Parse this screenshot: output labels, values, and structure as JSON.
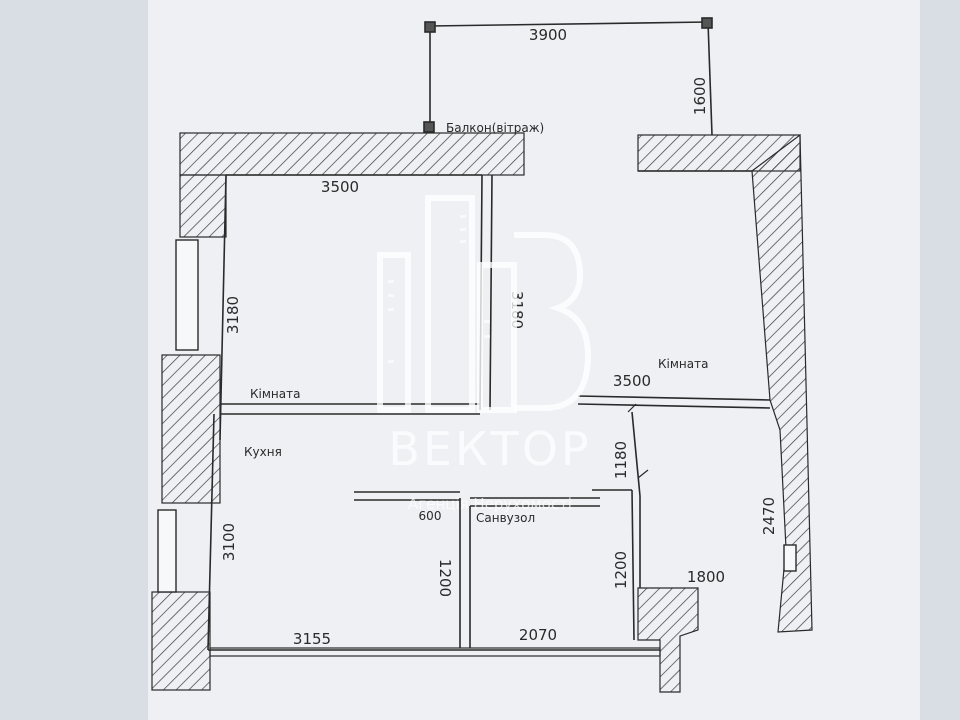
{
  "labels": {
    "balcony": "Балкон(вітраж)",
    "room_left": "Кімната",
    "room_right": "Кімната",
    "kitchen": "Кухня",
    "bathroom": "Санвузол"
  },
  "dimensions": {
    "balcony_width": "3900",
    "balcony_depth": "1600",
    "room_left_width": "3500",
    "room_left_depth": "3180",
    "room_right_depth": "3180",
    "room_right_width": "3500",
    "corridor_height": "1180",
    "corridor_height_right": "2470",
    "kitchen_depth": "3100",
    "kitchen_width": "3155",
    "bath_door": "600",
    "bath_depth_left": "1200",
    "bath_depth_right": "1200",
    "bath_width": "2070",
    "hall_width": "1800"
  },
  "watermark": {
    "name": "ВЕКТОР",
    "subtitle": "Агенція Нерухомості"
  },
  "colors": {
    "paper": "#eef0f4",
    "ink": "#2a2a2a",
    "watermark": "#ffffff"
  }
}
